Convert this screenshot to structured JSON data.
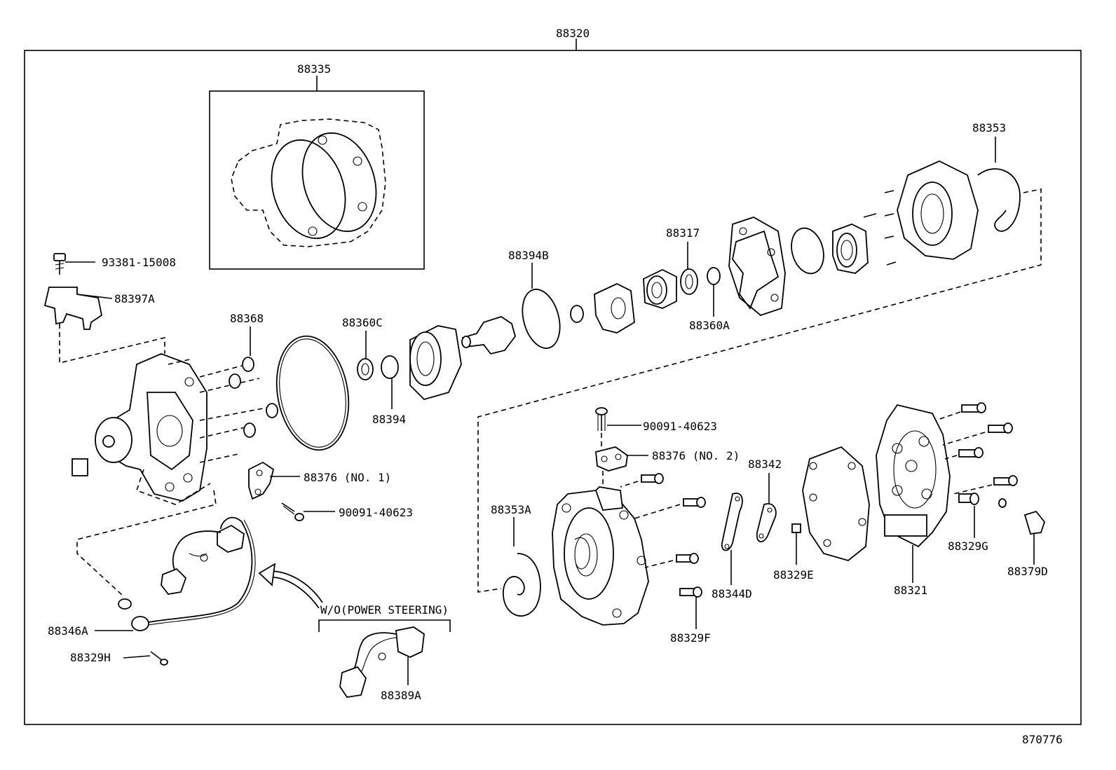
{
  "labels": {
    "assembly": "88320",
    "gasket_kit": "88335",
    "bolt_top": "93381-15008",
    "bracket": "88397A",
    "plug": "88368",
    "seal_c": "88360C",
    "snap_ring": "88394",
    "shaft_ring": "88394B",
    "washer": "88317",
    "seal_a": "88360A",
    "rear_spring": "88353",
    "screw_1": "90091-40623",
    "screw_2": "90091-40623",
    "clip_no2": "88376 (NO. 2)",
    "clip_no1": "88376 (NO. 1)",
    "spring_a": "88353A",
    "link_342": "88342",
    "bolt_e": "88329E",
    "link_d": "88344D",
    "bolt_f": "88329F",
    "rear_housing": "88321",
    "bolt_g": "88329G",
    "valve_d": "88379D",
    "sensor": "88346A",
    "bolt_h": "88329H",
    "variant_note": "W/O(POWER STEERING)",
    "harness": "88389A",
    "drawing_no": "870776"
  }
}
